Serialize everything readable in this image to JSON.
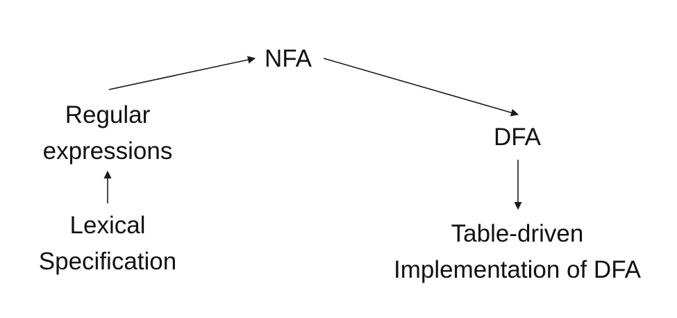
{
  "nodes": {
    "nfa": {
      "label": "NFA"
    },
    "regular_expressions": {
      "line1": "Regular",
      "line2": "expressions"
    },
    "dfa": {
      "label": "DFA"
    },
    "lexical_specification": {
      "line1": "Lexical",
      "line2": "Specification"
    },
    "table_driven": {
      "line1": "Table-driven",
      "line2": "Implementation of DFA"
    }
  },
  "edges": [
    {
      "from": "Lexical Specification",
      "to": "Regular expressions"
    },
    {
      "from": "Regular expressions",
      "to": "NFA"
    },
    {
      "from": "NFA",
      "to": "DFA"
    },
    {
      "from": "DFA",
      "to": "Table-driven Implementation of DFA"
    }
  ],
  "colors": {
    "background": "#ffffff",
    "text": "#111111",
    "arrow": "#1a1a1a"
  }
}
